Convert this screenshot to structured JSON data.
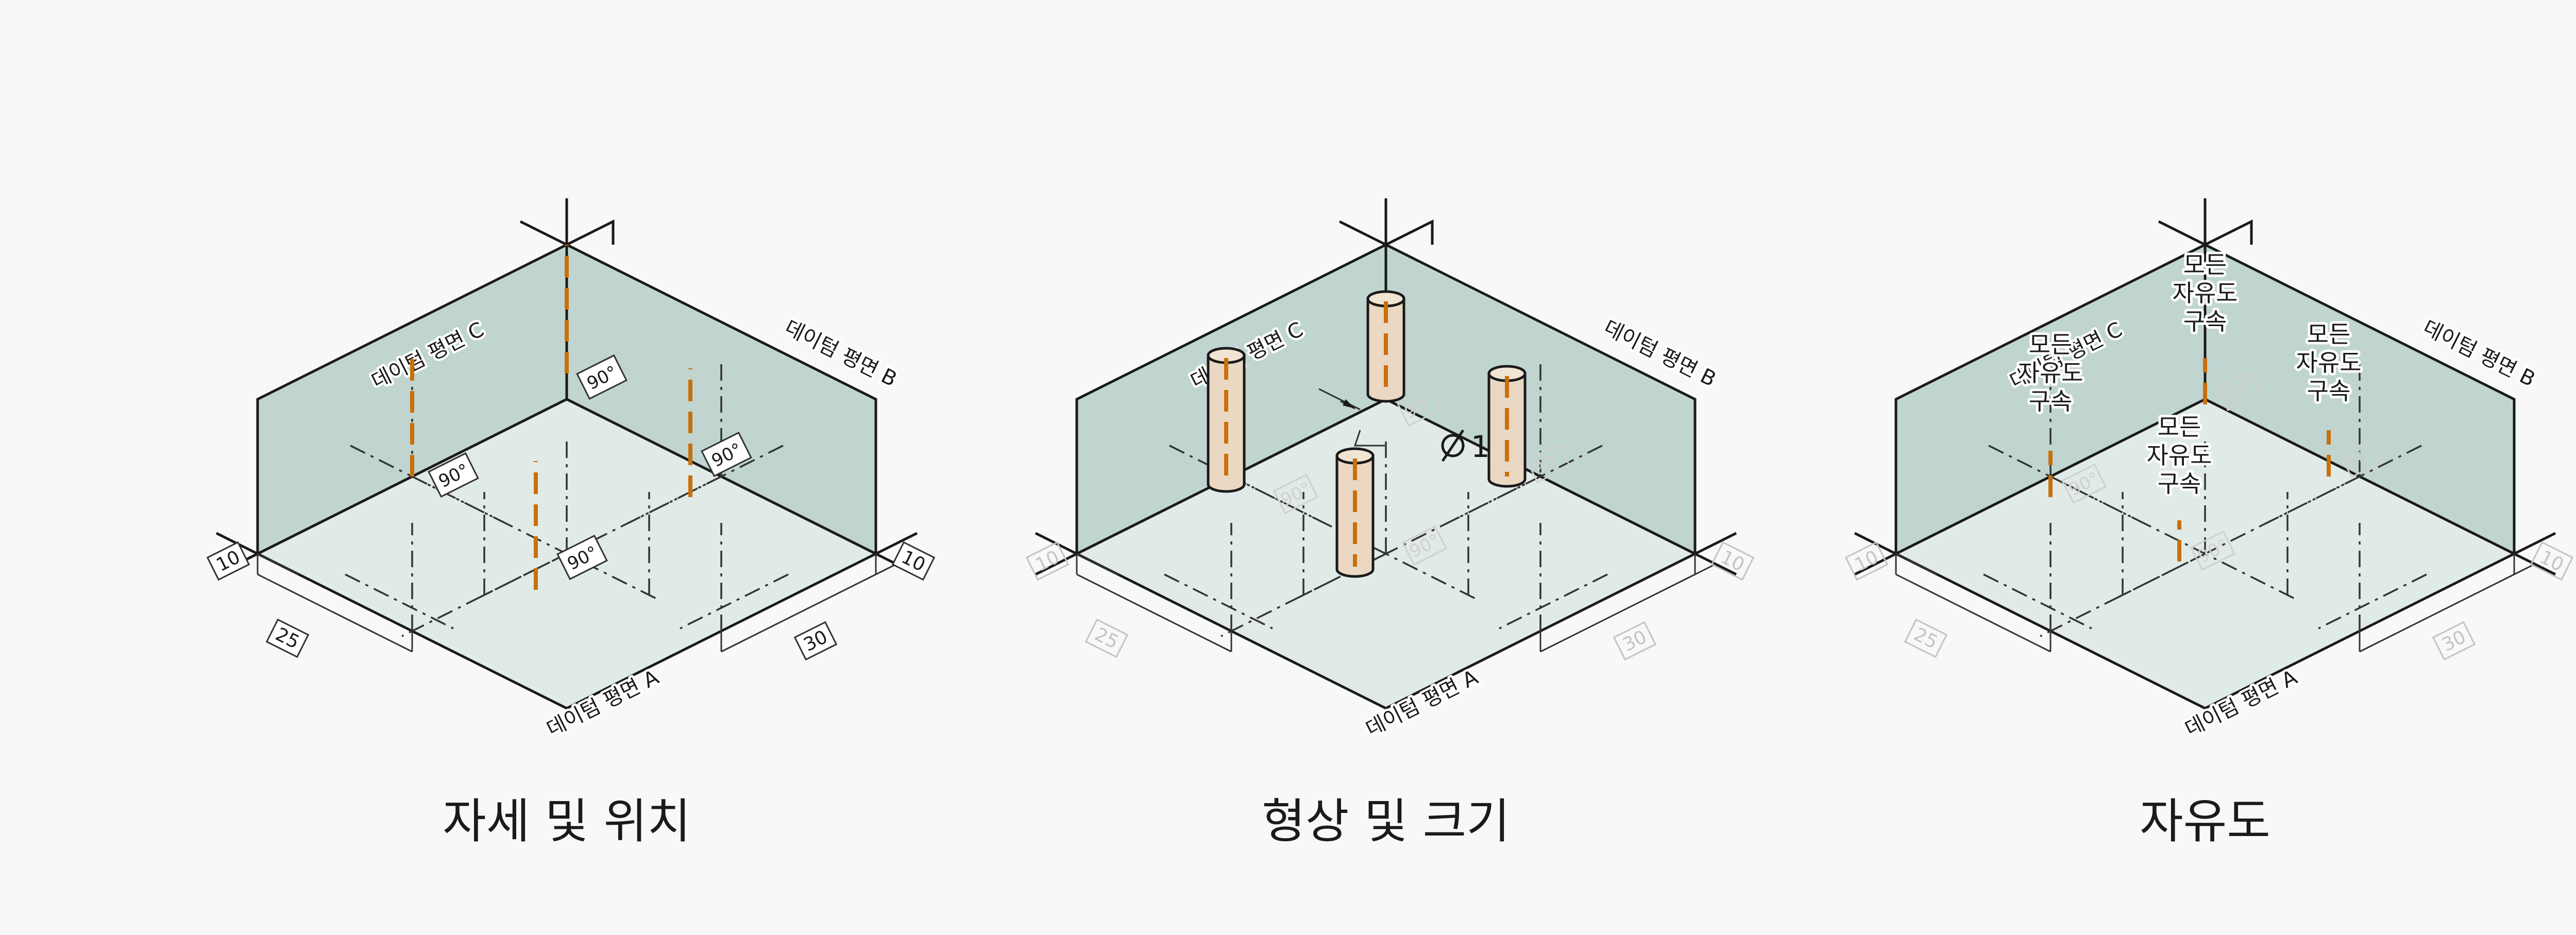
{
  "panels": [
    {
      "caption": "자세 및 위치",
      "plane_a": "데이텀 평면 A",
      "plane_b": "데이텀 평면 B",
      "plane_c": "데이텀 평면 C",
      "dims": [
        "10",
        "25",
        "30",
        "10"
      ],
      "angles": [
        "90°",
        "90°",
        "90°",
        "90°"
      ]
    },
    {
      "caption": "형상 및 크기",
      "plane_a": "데이텀 평면 A",
      "plane_b": "데이텀 평면 B",
      "plane_c": "데이텀 평면 C",
      "diameter": "1",
      "dims": [
        "10",
        "25",
        "30",
        "10"
      ]
    },
    {
      "caption": "자유도",
      "plane_a": "데이텀 평면 A",
      "plane_b": "데이텀 평면 B",
      "plane_c": "데이텀 평면 C",
      "dof_labels": [
        [
          "모든",
          "자유도",
          "구속"
        ],
        [
          "모든",
          "자유도",
          "구속"
        ],
        [
          "모든",
          "자유도",
          "구속"
        ],
        [
          "모든",
          "자유도",
          "구속"
        ]
      ],
      "dims": [
        "10",
        "25",
        "30",
        "10"
      ]
    }
  ],
  "colors": {
    "plane_side": "#b7cfc9",
    "plane_base": "#d9e5e2",
    "pin": "#c8700a",
    "cylinder": "#ead8c2"
  }
}
